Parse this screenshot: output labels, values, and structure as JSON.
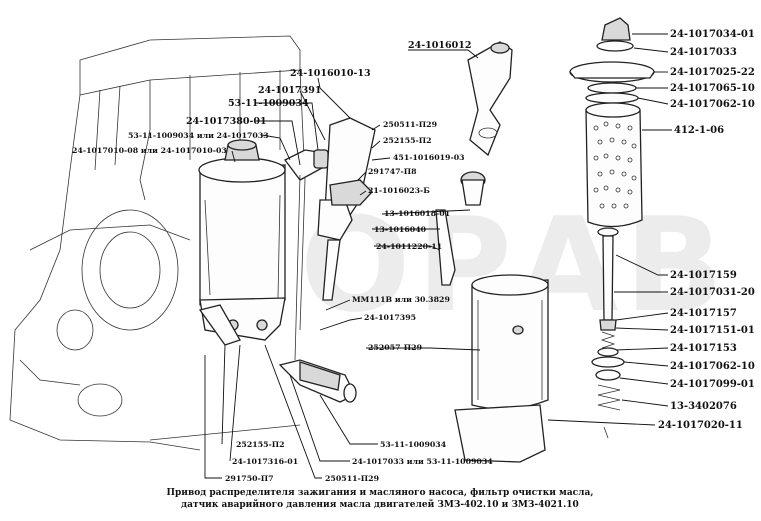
{
  "watermark": "ОРАВ",
  "caption": {
    "line1": "Привод распределителя зажигания и масляного насоса, фильтр очистки масла,",
    "line2": "датчик аварийного давления масла двигателей ЗМЗ-402.10 и ЗМЗ-4021.10"
  },
  "labels": {
    "l01": "24-1016012",
    "l02": "24-1016010-13",
    "l03": "24-1017391",
    "l04": "53-11-1009034",
    "l05": "24-1017380-01",
    "l06": "53-11-1009034 или 24-1017033",
    "l07": "24-1017010-08 или 24-1017010-03",
    "l08": "250511-П29",
    "l09": "252155-П2",
    "l10": "451-1016019-03",
    "l11": "291747-П8",
    "l12": "21-1016023-Б",
    "l13": "13-1016018-01",
    "l14": "13-1016040",
    "l15": "24-1011220-11",
    "l16": "ММ111В или 30.3829",
    "l17": "24-1017395",
    "l18": "252057-П29",
    "l19": "252155-П2",
    "l20": "24-1017316-01",
    "l21": "291750-П7",
    "l22": "250511-П29",
    "l23": "53-11-1009034",
    "l24": "24-1017033 или 53-11-1009034",
    "r01": "24-1017034-01",
    "r02": "24-1017033",
    "r03": "24-1017025-22",
    "r04": "24-1017065-10",
    "r05": "24-1017062-10",
    "r06": "412-1-06",
    "r07": "24-1017159",
    "r08": "24-1017031-20",
    "r09": "24-1017157",
    "r10": "24-1017151-01",
    "r11": "24-1017153",
    "r12": "24-1017062-10",
    "r13": "24-1017099-01",
    "r14": "13-3402076",
    "r15": "24-1017020-11"
  }
}
